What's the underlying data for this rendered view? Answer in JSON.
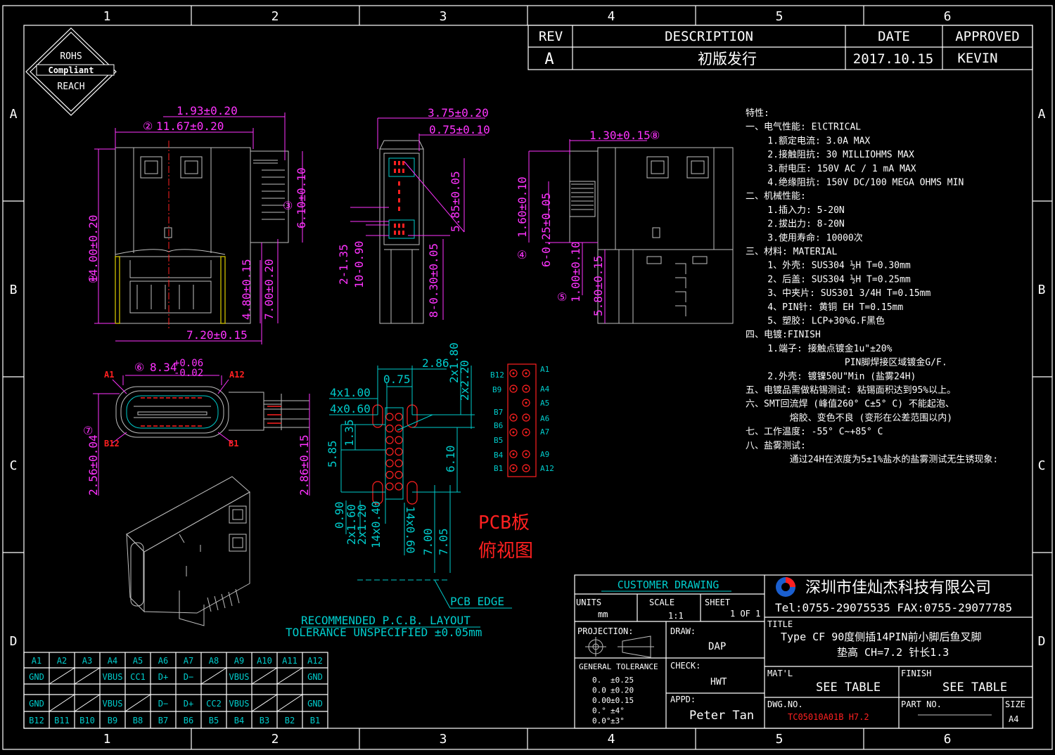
{
  "border": {
    "columns": [
      "1",
      "2",
      "3",
      "4",
      "5",
      "6"
    ],
    "rows": [
      "A",
      "B",
      "C",
      "D"
    ]
  },
  "logo": {
    "line1": "ROHS",
    "line2": "Compliant",
    "line3": "REACH"
  },
  "revision": {
    "headers": {
      "rev": "REV",
      "description": "DESCRIPTION",
      "date": "DATE",
      "approved": "APPROVED"
    },
    "row": {
      "rev": "A",
      "description": "初版发行",
      "date": "2017.10.15",
      "approved": "KEVIN"
    }
  },
  "dims_view1": {
    "top1": "1.93±0.20",
    "top2_num": "②",
    "top2": "11.67±0.20",
    "right_num": "③",
    "right": "6.10±0.10",
    "left_num": "①",
    "left": "14.00±0.20",
    "mid1": "4.80±0.15",
    "mid2": "7.00±0.20",
    "bottom": "7.20±0.15"
  },
  "dims_view2": {
    "top1": "3.75±0.20",
    "top2": "0.75±0.10",
    "right": "5.85±0.05",
    "left1": "2-1.35",
    "left2": "10-0.90",
    "bottom": "8-0.30±0.05"
  },
  "dims_view3": {
    "top": "1.30±0.15",
    "top_num": "⑧",
    "left1": "1.60±0.10",
    "left2": "6-0.25±0.05",
    "left_num": "④",
    "left3": "1.00±0.10",
    "left3_num": "⑤",
    "right": "5.80±0.15"
  },
  "dims_view4": {
    "top_num": "⑥",
    "top": "8.34",
    "tol_plus": "+0.06",
    "tol_minus": "-0.02",
    "a1": "A1",
    "a12": "A12",
    "b12": "B12",
    "b1": "B1",
    "left_num": "⑦",
    "left": "2.56±0.04",
    "right": "2.86±0.15"
  },
  "pcb_layout": {
    "d1": "2.86",
    "d2": "0.75",
    "d3": "2x1.80",
    "d4": "2x2.20",
    "d5": "4x1.00",
    "d6": "4x0.60",
    "d7": "1.35",
    "d8": "5.85",
    "d9": "6.10",
    "d10": "0.90",
    "d11": "2x1.60",
    "d12": "2x1.20",
    "d13": "14x0.40",
    "d14": "14x0.60",
    "d15": "7.00",
    "d16": "7.05",
    "label1": "PCB板",
    "label2": "俯视图",
    "edge": "PCB EDGE",
    "note1": "RECOMMENDED  P.C.B. LAYOUT",
    "note2": "TOLERANCE UNSPECIFIED ±0.05mm"
  },
  "pin_map": {
    "left": [
      "B12",
      "B9",
      "",
      "B7",
      "B6",
      "B5",
      "B4",
      "B1"
    ],
    "right": [
      "A1",
      "A4",
      "A5",
      "A6",
      "A7",
      "",
      "A9",
      "A12"
    ]
  },
  "specs": {
    "lines": [
      "特性:",
      "一、电气性能: ElCTRICAL",
      "  1.额定电流: 3.0A MAX",
      "  2.接触阻抗: 30 MILLIOHMS MAX",
      "  3.耐电压: 150V AC / 1 mA MAX",
      "  4.绝缘阻抗: 150V DC/100 MEGA OHMS MIN",
      "二、机械性能:",
      "  1.插入力: 5-20N",
      "  2.拔出力: 8-20N",
      "  3.使用寿命: 10000次",
      "三、材料: MATERIAL",
      "  1、外壳: SUS304 ½H T=0.30mm",
      "  2、后盖: SUS304 ½H T=0.25mm",
      "  3、中夹片: SUS301 3/4H T=0.15mm",
      "  4、PIN针: 黄铜 EH T=0.15mm",
      "  5、塑胶: LCP+30%G.F黑色",
      "四、电镀:FINISH",
      "  1.端子: 接触点镀金1u\"±20%",
      "         PIN脚焊接区域镀金G/F.",
      "  2.外壳: 镀镍50U\"Min (盐雾24H)",
      "五、电镀品需做粘锡测试: 粘锡面积达到95%以上。",
      "六、SMT回流焊 (峰值260° C±5° C) 不能起泡、",
      "    熔胶、变色不良 (变形在公差范围以内)",
      "七、工作温度: -55° C~+85° C",
      "八、盐雾测试:",
      "    通过24H在浓度为5±1%盐水的盐雾测试无生锈现象:"
    ]
  },
  "pin_table": {
    "row1": [
      "A1",
      "A2",
      "A3",
      "A4",
      "A5",
      "A6",
      "A7",
      "A8",
      "A9",
      "A10",
      "A11",
      "A12"
    ],
    "row2": [
      "GND",
      "",
      "",
      "VBUS",
      "CC1",
      "D+",
      "D−",
      "",
      "VBUS",
      "",
      "",
      "GND"
    ],
    "row3": [
      "GND",
      "",
      "",
      "VBUS",
      "",
      "D−",
      "D+",
      "CC2",
      "VBUS",
      "",
      "",
      "GND"
    ],
    "row4": [
      "B12",
      "B11",
      "B10",
      "B9",
      "B8",
      "B7",
      "B6",
      "B5",
      "B4",
      "B3",
      "B2",
      "B1"
    ]
  },
  "title_block": {
    "customer_drawing": "CUSTOMER DRAWING",
    "company": "深圳市佳灿杰科技有限公司",
    "tel": "Tel:0755-29075535 FAX:0755-29077785",
    "units_label": "UNITS",
    "units": "mm",
    "scale_label": "SCALE",
    "scale": "1:1",
    "sheet_label": "SHEET",
    "sheet": "1 OF 1",
    "title_label": "TITLE",
    "title1": "Type CF 90度侧插14PIN前小脚后鱼叉脚",
    "title2": "垫高 CH=7.2 针长1.3",
    "projection_label": "PROJECTION:",
    "draw_label": "DRAW:",
    "draw": "DAP",
    "tol_label": "GENERAL TOLERANCE",
    "tol": [
      [
        "0.",
        "±0.25"
      ],
      [
        "0.0",
        "±0.20"
      ],
      [
        "0.00",
        "±0.15"
      ],
      [
        "0.°",
        "±4°"
      ],
      [
        "0.0°",
        "±3°"
      ]
    ],
    "check_label": "CHECK:",
    "check": "HWT",
    "appd_label": "APPD:",
    "appd": "Peter Tan",
    "matl_label": "MAT'L",
    "matl": "SEE TABLE",
    "finish_label": "FINISH",
    "finish": "SEE TABLE",
    "dwg_label": "DWG.NO.",
    "dwg": "TC05010A01B H7.2",
    "part_label": "PART NO.",
    "size_label": "SIZE",
    "size": "A4"
  },
  "colors": {
    "dimension": "#ff33ff",
    "cyan": "#00cccc",
    "red": "#ff2020",
    "frame": "#ffffff"
  }
}
